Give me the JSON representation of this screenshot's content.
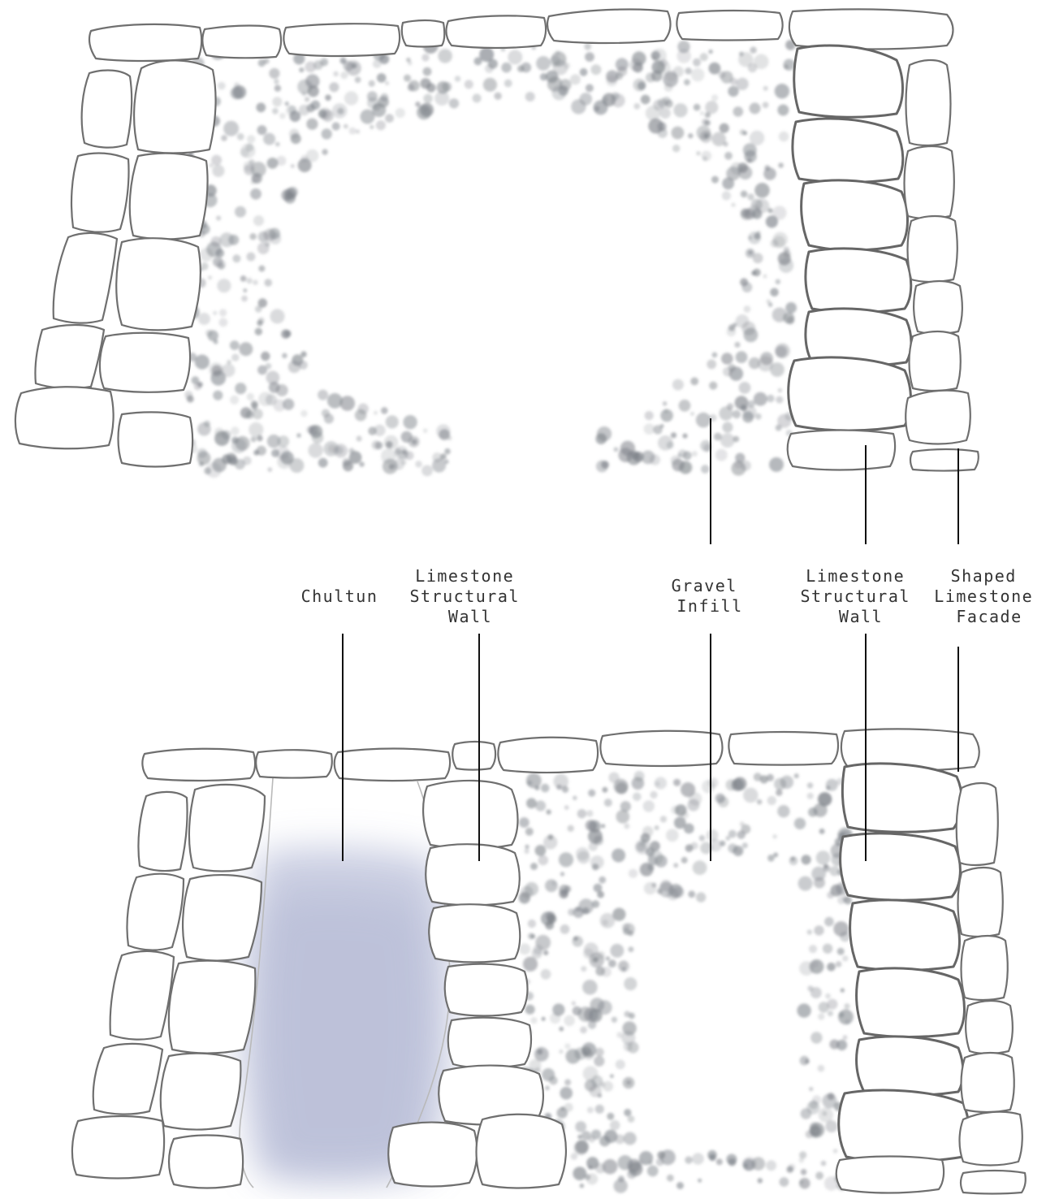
{
  "labels": {
    "chultun": [
      "Chultun"
    ],
    "limestone_wall_inner": [
      "Limestone",
      "Structural",
      "Wall"
    ],
    "gravel_infill": [
      "Gravel",
      "Infill"
    ],
    "limestone_wall_outer": [
      "Limestone",
      "Structural",
      "Wall"
    ],
    "shaped_facade": [
      "Shaped",
      "Limestone",
      "Facade"
    ]
  },
  "colors": {
    "stone_stroke": "#6f6f6f",
    "gravel": "#7a7f86",
    "chultun_fill": "#b8bdd8",
    "leader": "#111111"
  }
}
